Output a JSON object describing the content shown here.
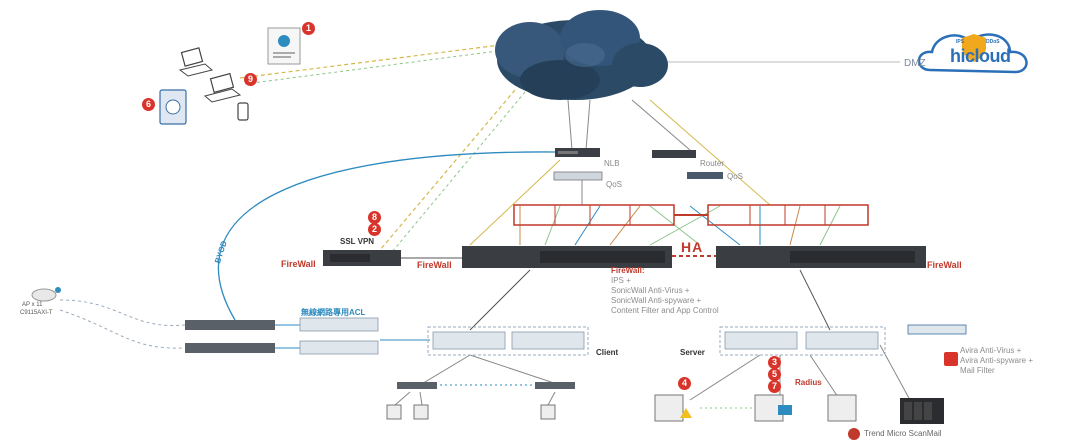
{
  "title": "",
  "labels": {
    "dmz": "DMZ",
    "hicloud": "hicloud",
    "hicloud_badge_left": "IPS",
    "hicloud_badge_right": "DDoS",
    "nlb": "NLB",
    "qos_left": "QoS",
    "router": "Router",
    "qos_right": "QoS",
    "ssl_vpn": "SSL VPN",
    "firewall_vpn": "FireWall",
    "firewall_left": "FireWall",
    "firewall_right": "FireWall",
    "ha": "HA",
    "byod": "BYOD",
    "ap_label_1": "AP x 11",
    "ap_label_2": "C9115AXI-T",
    "acl": "無線網路專用ACL",
    "client": "Client",
    "server": "Server",
    "radius": "Radius",
    "trend_micro": "Trend Micro ScanMail"
  },
  "firewall_features": {
    "title": "FireWall:",
    "items": [
      "IPS +",
      "SonicWall Anti-Virus +",
      "SonicWall Anti-spyware +",
      "Content Filter and App Control"
    ]
  },
  "avira_features": {
    "items": [
      "Avira Anti-Virus +",
      "Avira Anti-spyware +",
      "Mail Filter"
    ]
  },
  "badges": [
    "1",
    "9",
    "6",
    "8",
    "2",
    "4",
    "3",
    "5",
    "7"
  ],
  "colors": {
    "cloud": "#2b4a66",
    "accent_red": "#c0392b",
    "link_blue": "#2e8bc0",
    "link_yellow": "#d4b84a",
    "link_green": "#8cc48a",
    "link_orange": "#c8884a",
    "hicloud_blue": "#2a6fb8"
  }
}
